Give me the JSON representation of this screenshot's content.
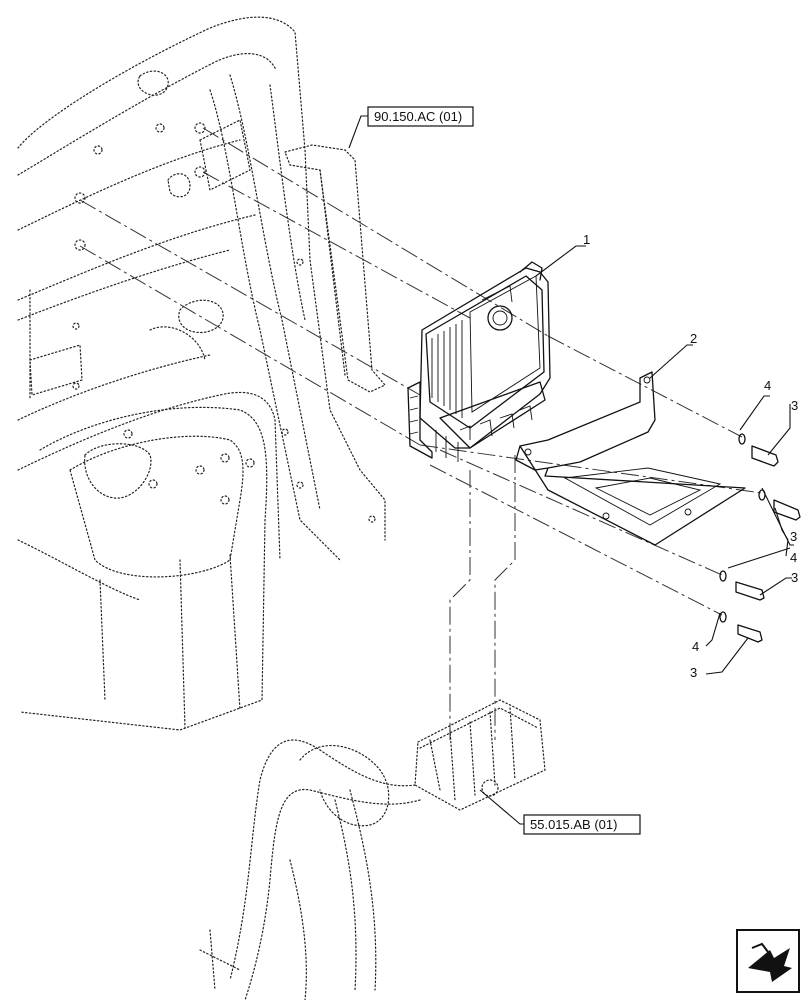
{
  "references": [
    {
      "id": "ref-top",
      "text": "90.150.AC (01)"
    },
    {
      "id": "ref-bottom",
      "text": "55.015.AB (01)"
    }
  ],
  "callouts": [
    "1",
    "2",
    "4",
    "3",
    "3",
    "4",
    "3",
    "4",
    "3"
  ],
  "nav_icon": "view-arrow-icon"
}
